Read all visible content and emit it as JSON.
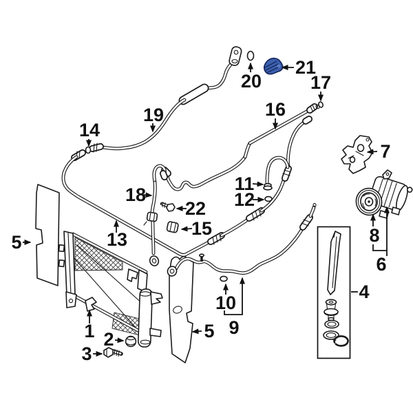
{
  "diagram": {
    "callouts": [
      {
        "label": "21"
      },
      {
        "label": "20"
      },
      {
        "label": "17"
      },
      {
        "label": "16"
      },
      {
        "label": "19"
      },
      {
        "label": "14"
      },
      {
        "label": "7"
      },
      {
        "label": "11"
      },
      {
        "label": "12"
      },
      {
        "label": "18"
      },
      {
        "label": "22"
      },
      {
        "label": "15"
      },
      {
        "label": "13"
      },
      {
        "label": "5"
      },
      {
        "label": "1"
      },
      {
        "label": "2"
      },
      {
        "label": "3"
      },
      {
        "label": "5"
      },
      {
        "label": "9"
      },
      {
        "label": "10"
      },
      {
        "label": "4"
      },
      {
        "label": "8"
      },
      {
        "label": "6"
      }
    ],
    "highlight": {
      "label": "21"
    }
  },
  "colors": {
    "background": "#ffffff",
    "line": "#1a1a1a",
    "highlight_fill": "#3b5fad",
    "highlight_outline": "#15235a",
    "highlight_ridge": "#13204f"
  }
}
